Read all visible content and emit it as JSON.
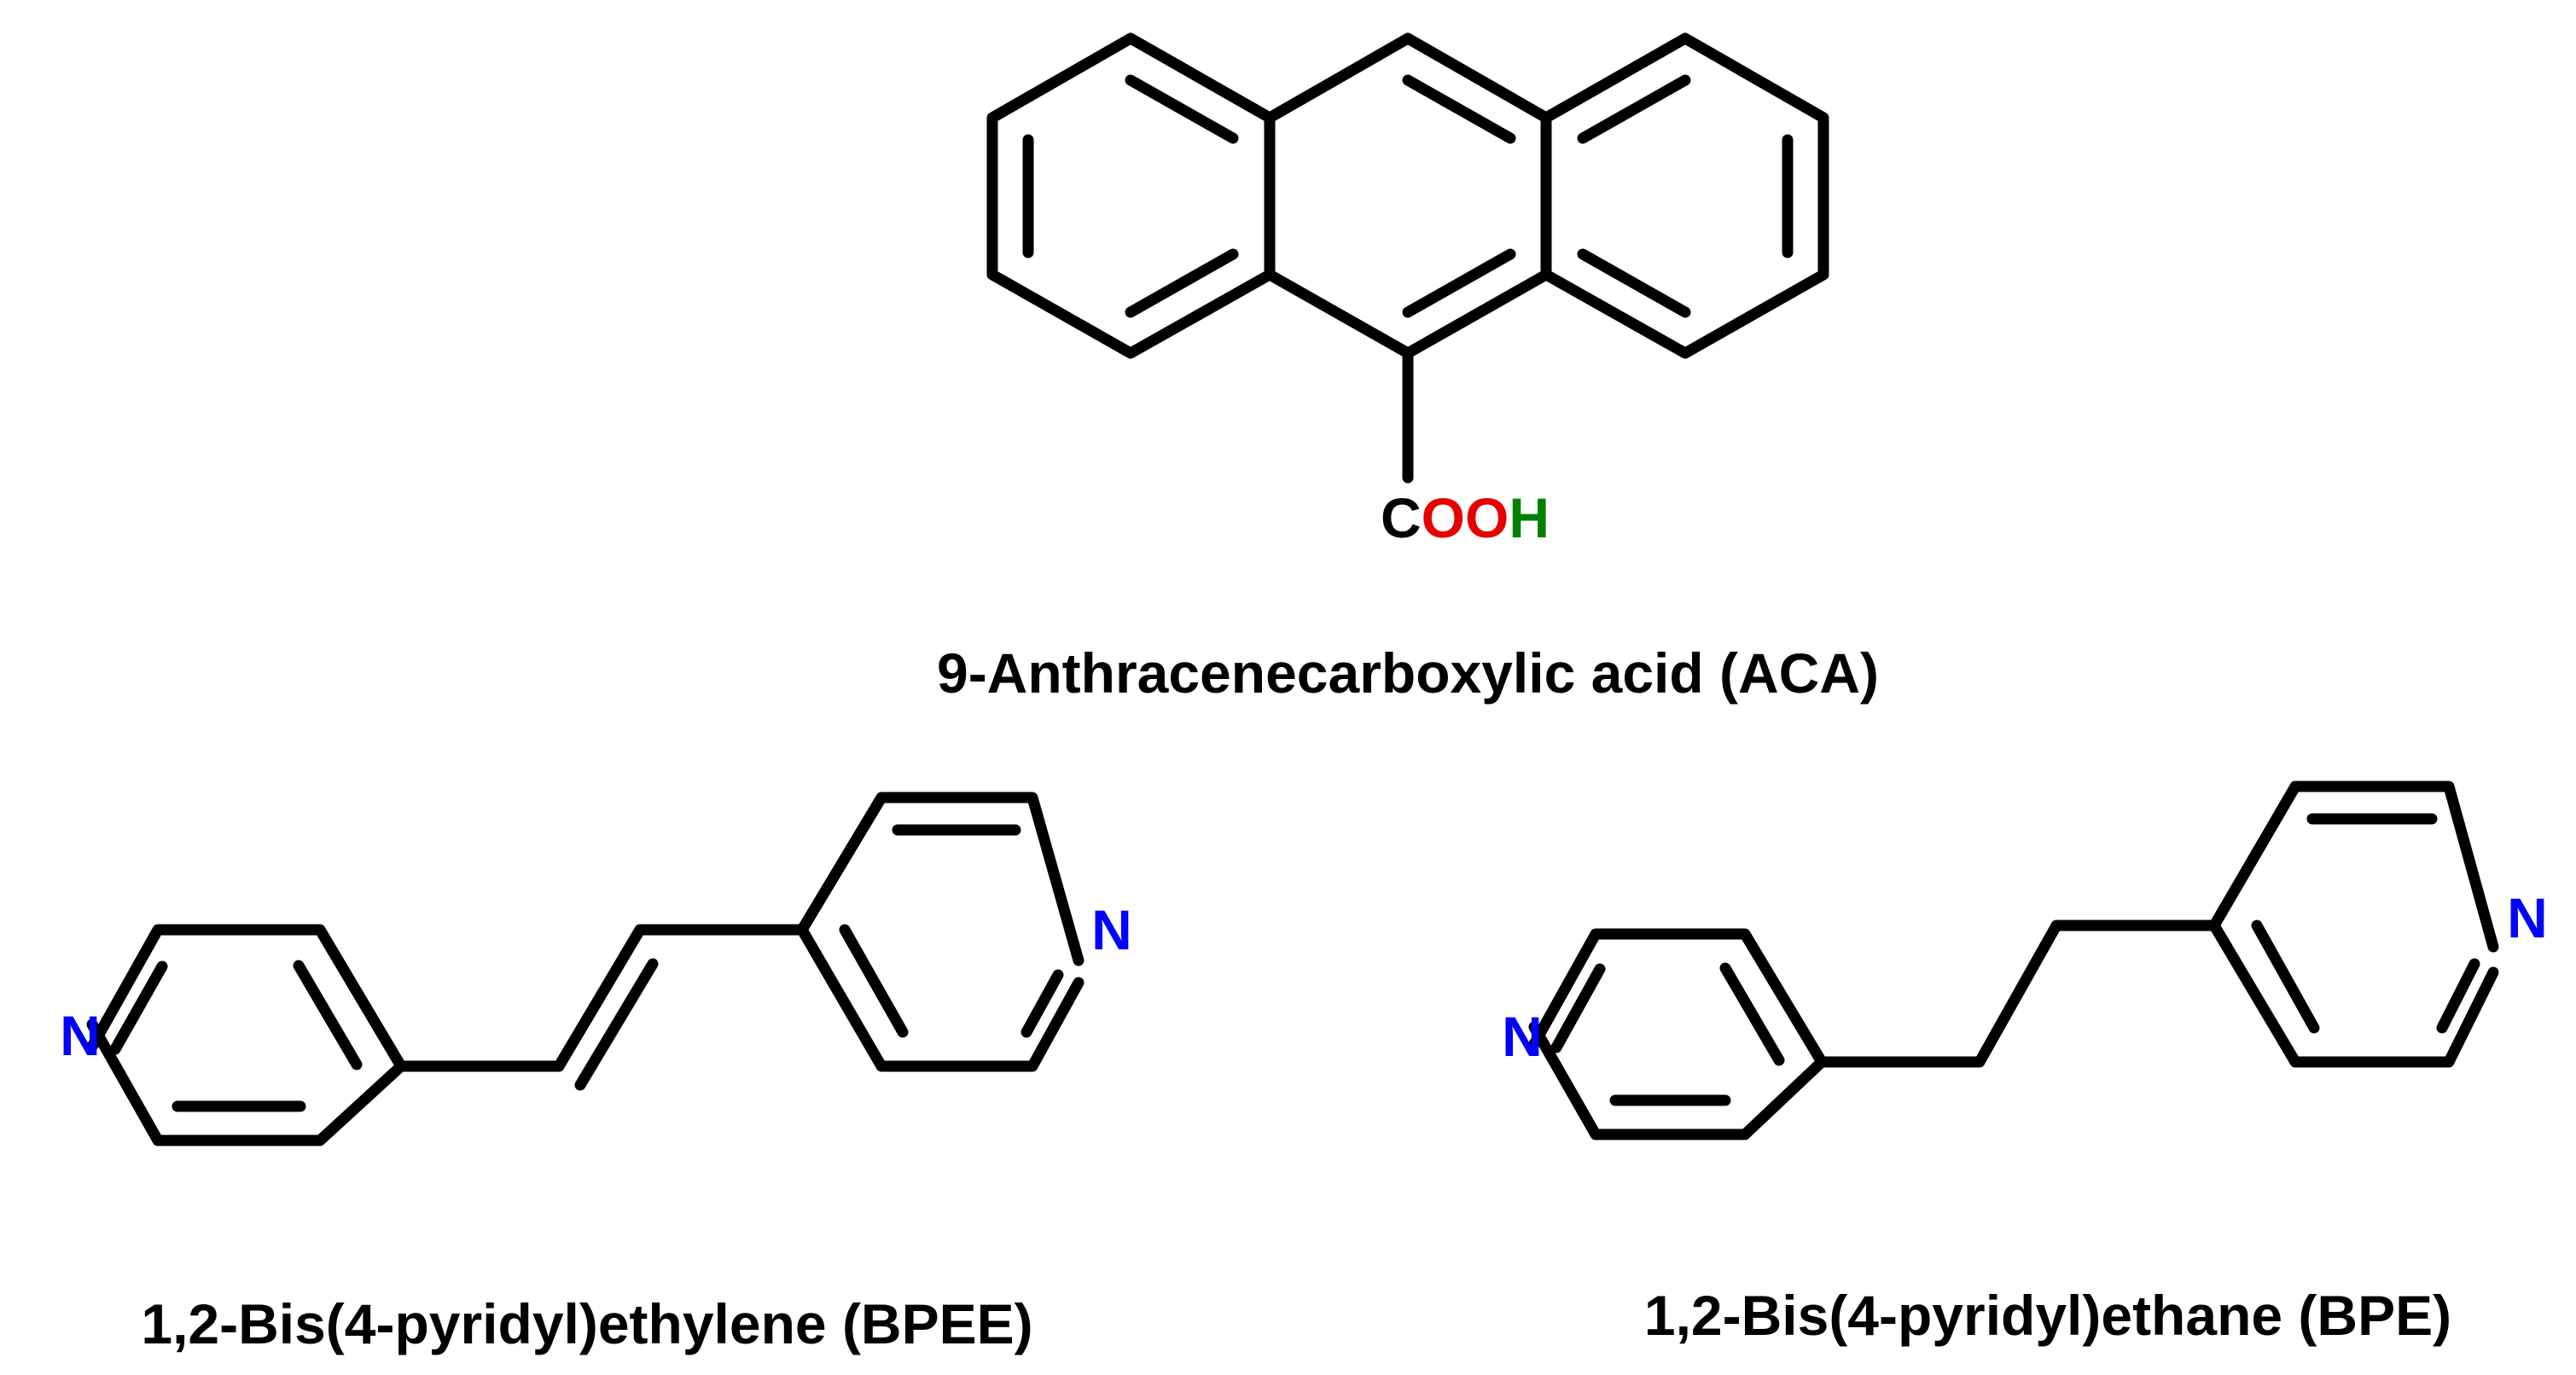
{
  "colors": {
    "bond": "#000000",
    "carbon": "#000000",
    "oxygen": "#e60000",
    "hydrogen": "#008000",
    "nitrogen": "#0000ff"
  },
  "aca": {
    "name": "9-Anthracenecarboxylic acid (ACA)",
    "group": {
      "carbon": "C",
      "oxygen": "OO",
      "hydrogen": "H"
    }
  },
  "bpee": {
    "name": "1,2-Bis(4-pyridyl)ethylene (BPEE)",
    "n_left": "N",
    "n_right": "N"
  },
  "bpe": {
    "name": "1,2-Bis(4-pyridyl)ethane (BPE)",
    "n_left": "N",
    "n_right": "N"
  }
}
